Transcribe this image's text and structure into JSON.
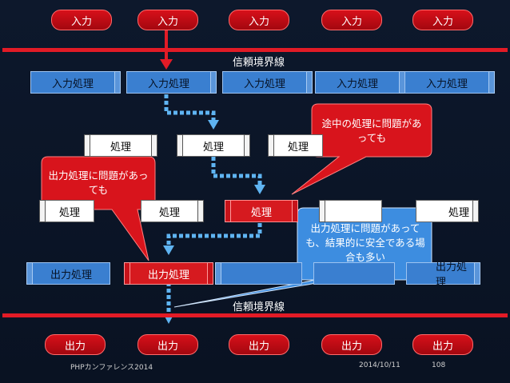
{
  "slide": {
    "input_label": "入力",
    "input_process_label": "入力処理",
    "process_label": "処理",
    "output_process_label": "出力処理",
    "output_label": "出力",
    "trust_boundary_label": "信頼境界線",
    "callout_middle": "途中の処理に問題があっても",
    "callout_left": "出力処理に問題があっても",
    "callout_right": "出力処理に問題があっても、結果的に安全である場合も多い",
    "footer_left": "PHPカンファレンス2014",
    "footer_date": "2014/10/11",
    "footer_page": "108"
  },
  "colors": {
    "boundary": "#e21b26",
    "flow": "#5fb4f2",
    "bubble": "#d8141c",
    "bubble_blue": "#3d8de0"
  }
}
